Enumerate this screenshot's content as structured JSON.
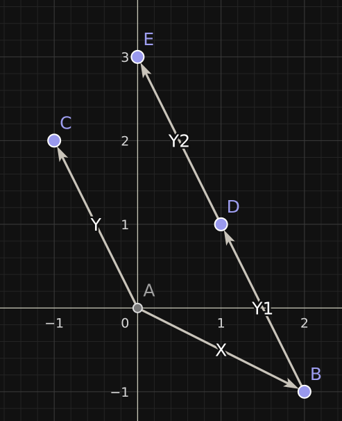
{
  "colors": {
    "background": "#111111",
    "grid_minor": "#242424",
    "grid_major": "#3c3c3c",
    "axis": "#c8c8b8",
    "tick_text": "#d8d8d8",
    "vector": "#c9c4ba",
    "point_fill": "#9999ee",
    "point_stroke": "#ffffff",
    "origin_fill": "#777777",
    "point_label": "#9e9ef0",
    "origin_label": "#a0a0a0",
    "vector_label": "#ffffff"
  },
  "axes": {
    "x_range": [
      -1.65,
      2.45
    ],
    "y_range": [
      -1.35,
      3.68
    ],
    "x_ticks": [
      {
        "value": -1,
        "label": "−1"
      },
      {
        "value": 1,
        "label": "1"
      },
      {
        "value": 2,
        "label": "2"
      }
    ],
    "y_ticks": [
      {
        "value": -1,
        "label": "−1"
      },
      {
        "value": 1,
        "label": "1"
      },
      {
        "value": 2,
        "label": "2"
      },
      {
        "value": 3,
        "label": "3"
      }
    ],
    "origin_label": "0",
    "minor_step": 0.2,
    "major_step": 1
  },
  "points": [
    {
      "id": "A",
      "label": "A",
      "x": 0,
      "y": 0,
      "origin": true
    },
    {
      "id": "B",
      "label": "B",
      "x": 2,
      "y": -1
    },
    {
      "id": "C",
      "label": "C",
      "x": -1,
      "y": 2
    },
    {
      "id": "D",
      "label": "D",
      "x": 1,
      "y": 1
    },
    {
      "id": "E",
      "label": "E",
      "x": 0,
      "y": 3
    }
  ],
  "vectors": [
    {
      "label": "X",
      "from": "A",
      "to": "B"
    },
    {
      "label": "Y",
      "from": "A",
      "to": "C"
    },
    {
      "label": "Y1",
      "from": "B",
      "to": "D"
    },
    {
      "label": "Y2",
      "from": "D",
      "to": "E"
    }
  ]
}
